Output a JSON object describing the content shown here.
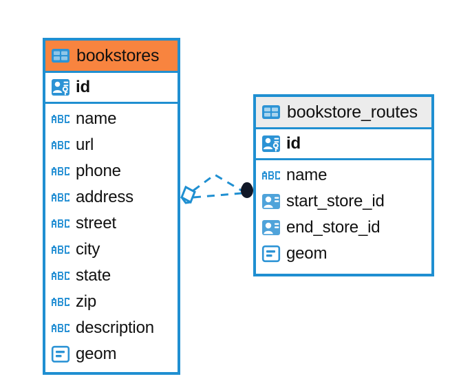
{
  "diagram": {
    "type": "entity-relationship-diagram",
    "background_color": "#ffffff",
    "accent_color": "#1f8fd1",
    "highlight_color": "#f8843f",
    "relationship": {
      "from_table": "bookstores",
      "to_table": "bookstore_routes",
      "line_style": "dashed",
      "line_color": "#1f8fd1",
      "source_marker": "diamond-outline",
      "target_marker": "filled-circle",
      "target_marker_color": "#111827"
    }
  },
  "tables": [
    {
      "name": "bookstores",
      "header_icon": "table-icon",
      "header_color": "#f8843f",
      "primary_keys": [
        {
          "label": "id",
          "icon": "primary-key-icon",
          "type": "pk"
        }
      ],
      "columns": [
        {
          "label": "name",
          "icon": "text-abc-icon",
          "type": "text"
        },
        {
          "label": "url",
          "icon": "text-abc-icon",
          "type": "text"
        },
        {
          "label": "phone",
          "icon": "text-abc-icon",
          "type": "text"
        },
        {
          "label": "address",
          "icon": "text-abc-icon",
          "type": "text"
        },
        {
          "label": "street",
          "icon": "text-abc-icon",
          "type": "text"
        },
        {
          "label": "city",
          "icon": "text-abc-icon",
          "type": "text"
        },
        {
          "label": "state",
          "icon": "text-abc-icon",
          "type": "text"
        },
        {
          "label": "zip",
          "icon": "text-abc-icon",
          "type": "text"
        },
        {
          "label": "description",
          "icon": "text-abc-icon",
          "type": "text"
        },
        {
          "label": "geom",
          "icon": "geometry-icon",
          "type": "geometry"
        }
      ]
    },
    {
      "name": "bookstore_routes",
      "header_icon": "table-icon",
      "header_color": "#ececec",
      "primary_keys": [
        {
          "label": "id",
          "icon": "primary-key-icon",
          "type": "pk"
        }
      ],
      "columns": [
        {
          "label": "name",
          "icon": "text-abc-icon",
          "type": "text"
        },
        {
          "label": "start_store_id",
          "icon": "foreign-key-icon",
          "type": "fk"
        },
        {
          "label": "end_store_id",
          "icon": "foreign-key-icon",
          "type": "fk"
        },
        {
          "label": "geom",
          "icon": "geometry-icon",
          "type": "geometry"
        }
      ]
    }
  ]
}
